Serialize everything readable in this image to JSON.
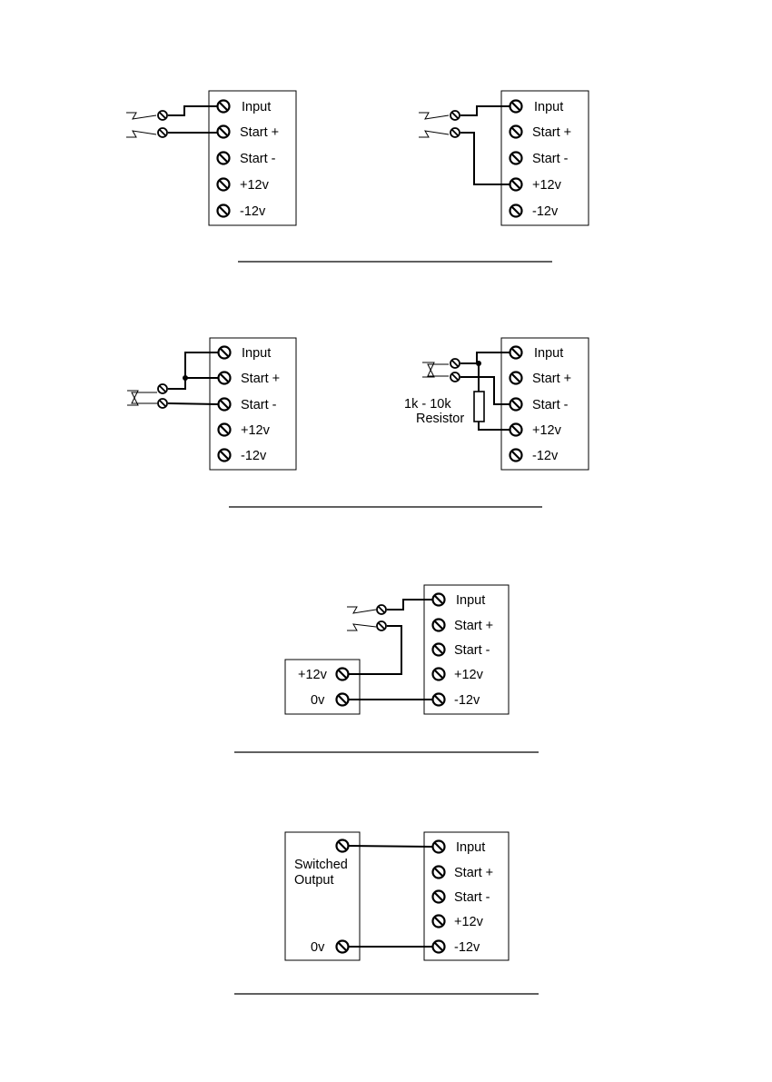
{
  "terminals": [
    "Input",
    "Start +",
    "Start -",
    "+12v",
    "-12v"
  ],
  "diagram3": {
    "supply_labels": [
      "+12v",
      "0v"
    ]
  },
  "diagram4": {
    "device_label_line1": "Switched",
    "device_label_line2": "Output",
    "ground_label": "0v"
  },
  "resistor_label_line1": "1k - 10k",
  "resistor_label_line2": "Resistor"
}
